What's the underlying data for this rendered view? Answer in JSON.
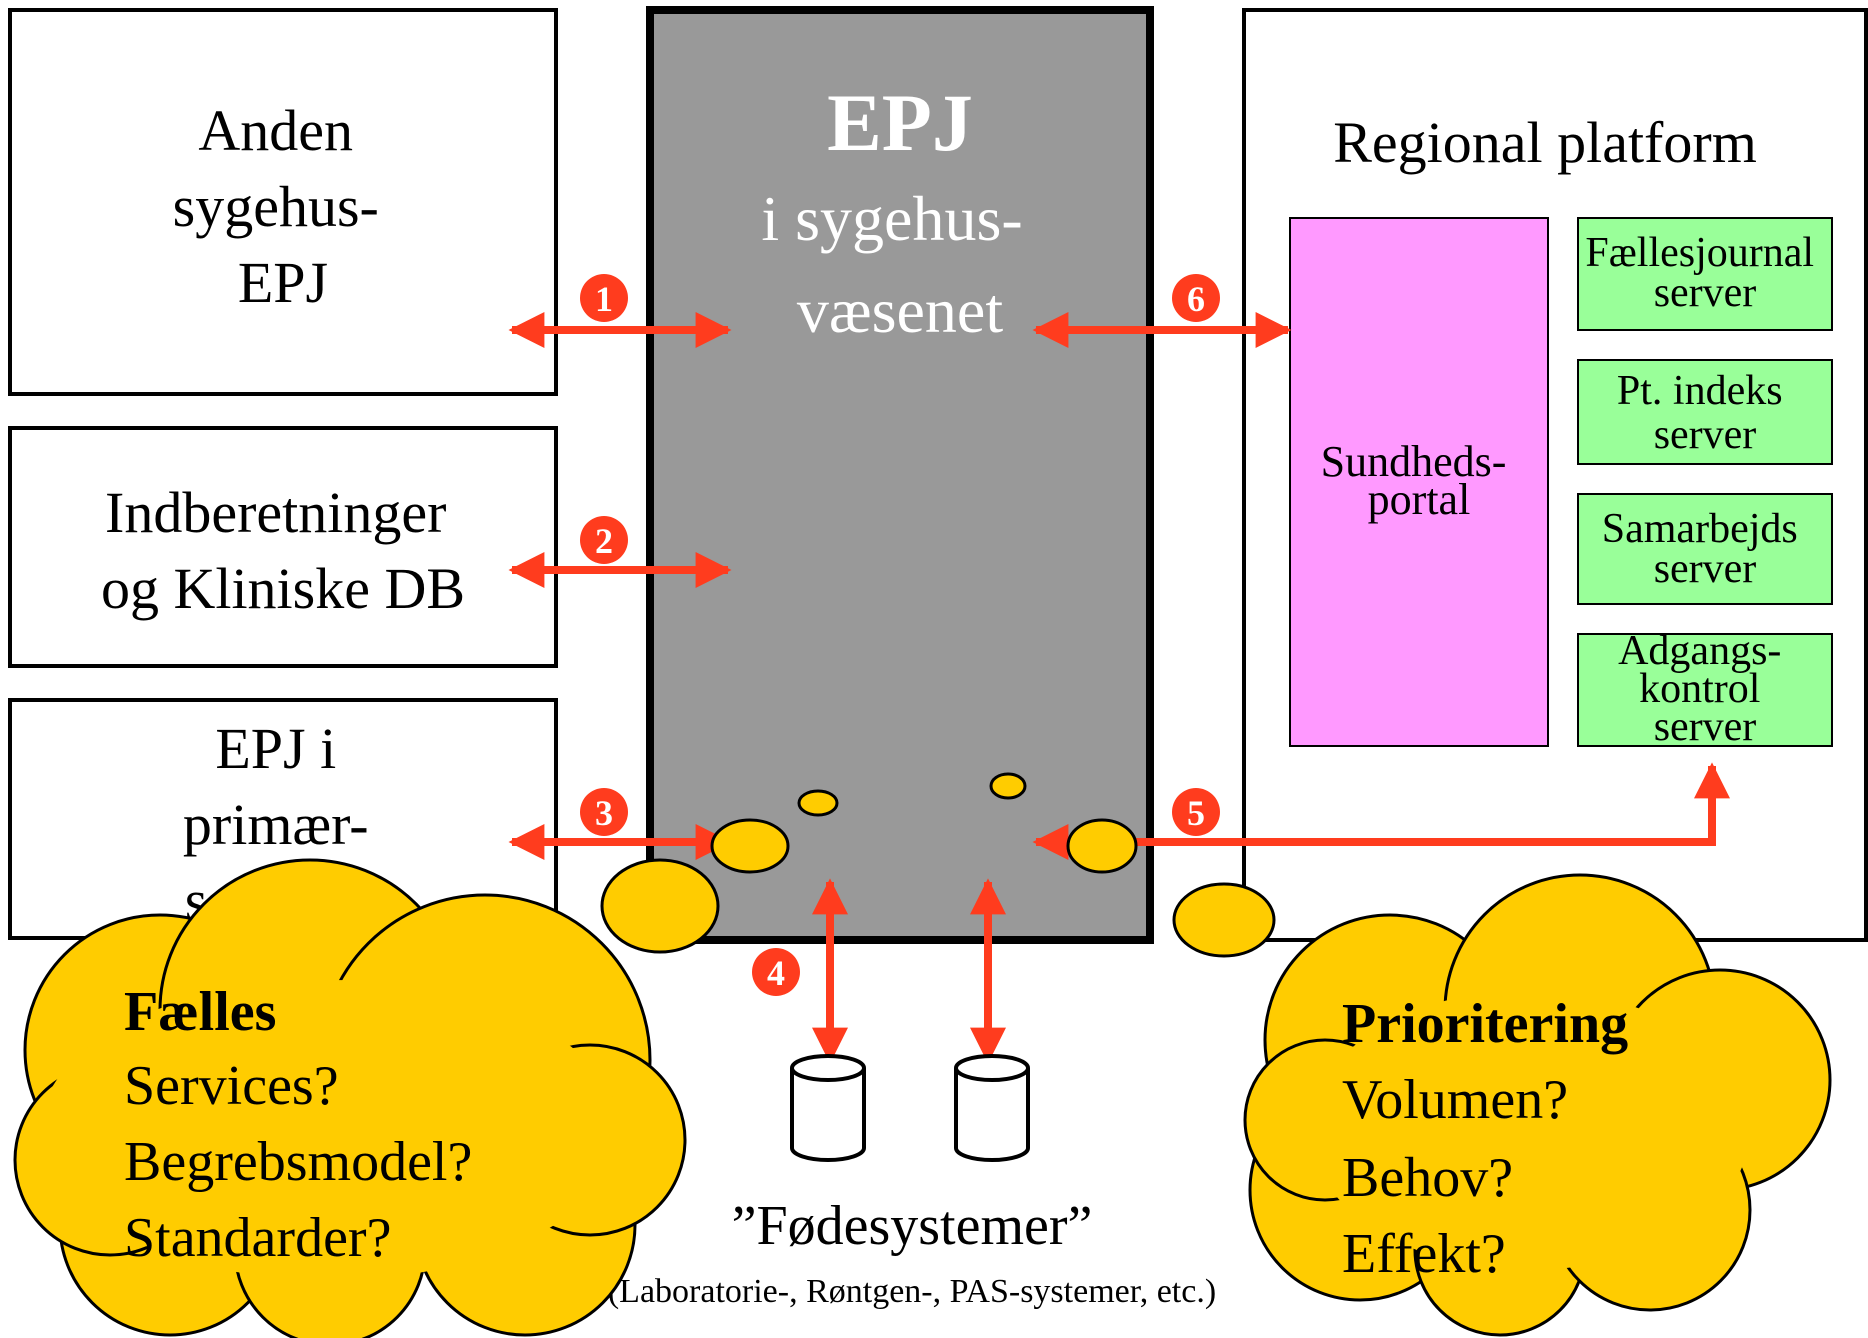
{
  "left_boxes": {
    "anden": [
      "Anden",
      "sygehus-",
      "EPJ"
    ],
    "indberetninger": [
      "Indberetninger",
      "og Kliniske DB"
    ],
    "primaer": [
      "EPJ i",
      "primær-",
      "sektoren"
    ]
  },
  "epj": {
    "title": "EPJ",
    "subtitle": [
      "i sygehus-",
      "væsenet"
    ]
  },
  "regional": {
    "title": "Regional platform",
    "portal": [
      "Sundheds-",
      "portal"
    ],
    "servers": [
      [
        "Fællesjournal",
        "server"
      ],
      [
        "Pt. indeks",
        "server"
      ],
      [
        "Samarbejds",
        "server"
      ],
      [
        "Adgangs-",
        "kontrol",
        "server"
      ]
    ]
  },
  "markers": [
    "1",
    "2",
    "3",
    "4",
    "5",
    "6"
  ],
  "feeder": {
    "title": "”Fødesystemer”",
    "subtitle": "(Laboratorie-, Røntgen-, PAS-systemer, etc.)"
  },
  "cloud_left": [
    "Fælles",
    "Services?",
    "Begrebsmodel?",
    "Standarder?"
  ],
  "cloud_right": [
    "Prioritering",
    "Volumen?",
    "Behov?",
    "Effekt?"
  ],
  "colors": {
    "arrow": "#ff3c1e",
    "epj_fill": "#999999",
    "portal_fill": "#ff99ff",
    "server_fill": "#99ff99",
    "cloud_fill": "#ffcc00"
  }
}
